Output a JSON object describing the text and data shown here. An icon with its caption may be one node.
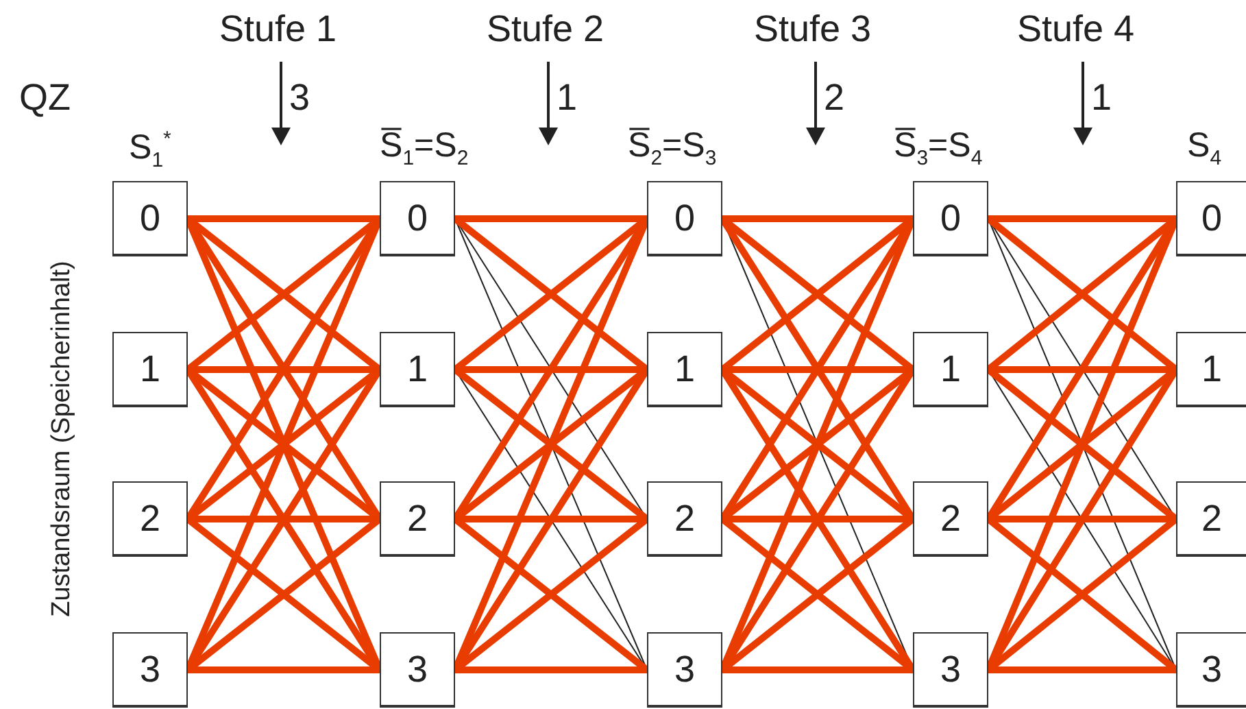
{
  "diagram": {
    "nodes": [
      {
        "text": [
          "0"
        ]
      },
      {
        "text": [
          "0"
        ]
      },
      {
        "text": [
          "0"
        ]
      },
      {
        "text": [
          "0"
        ]
      },
      {
        "text": [
          "0"
        ]
      },
      {
        "text": [
          "1"
        ]
      },
      {
        "text": [
          "1"
        ]
      },
      {
        "text": [
          "1"
        ]
      },
      {
        "text": [
          "1"
        ]
      },
      {
        "text": [
          "1"
        ]
      },
      {
        "text": [
          "2"
        ]
      },
      {
        "text": [
          "2"
        ]
      },
      {
        "text": [
          "2"
        ]
      },
      {
        "text": [
          "2"
        ]
      },
      {
        "text": [
          "2"
        ]
      },
      {
        "text": [
          "3"
        ]
      },
      {
        "text": [
          "3"
        ]
      },
      {
        "text": [
          "3"
        ]
      },
      {
        "text": [
          "3"
        ]
      },
      {
        "text": [
          "3"
        ]
      }
    ],
    "edges": [
      {
        "from": 0,
        "to": 1,
        "arrow": "none"
      },
      {
        "from": 0,
        "to": 6,
        "arrow": "none"
      },
      {
        "from": 0,
        "to": 11,
        "arrow": "none"
      },
      {
        "from": 0,
        "to": 16,
        "arrow": "none"
      },
      {
        "from": 5,
        "to": 1,
        "arrow": "none"
      },
      {
        "from": 5,
        "to": 6,
        "arrow": "none"
      },
      {
        "from": 5,
        "to": 11,
        "arrow": "none"
      },
      {
        "from": 5,
        "to": 16,
        "arrow": "none"
      },
      {
        "from": 10,
        "to": 1,
        "arrow": "none"
      },
      {
        "from": 10,
        "to": 6,
        "arrow": "none"
      },
      {
        "from": 10,
        "to": 11,
        "arrow": "none"
      },
      {
        "from": 10,
        "to": 16,
        "arrow": "none"
      },
      {
        "from": 15,
        "to": 1,
        "arrow": "none"
      },
      {
        "from": 15,
        "to": 6,
        "arrow": "none"
      },
      {
        "from": 15,
        "to": 11,
        "arrow": "none"
      },
      {
        "from": 15,
        "to": 16,
        "arrow": "none"
      },
      {
        "from": 1,
        "to": 2,
        "arrow": "none"
      },
      {
        "from": 1,
        "to": 7,
        "arrow": "none"
      },
      {
        "from": 1,
        "to": 12,
        "arrow": "none",
        "color": "#222222"
      },
      {
        "from": 1,
        "to": 17,
        "arrow": "none",
        "color": "#222222"
      },
      {
        "from": 6,
        "to": 2,
        "arrow": "none"
      },
      {
        "from": 6,
        "to": 7,
        "arrow": "none"
      },
      {
        "from": 6,
        "to": 12,
        "arrow": "none"
      },
      {
        "from": 6,
        "to": 17,
        "arrow": "none",
        "color": "#222222"
      },
      {
        "from": 11,
        "to": 2,
        "arrow": "none"
      },
      {
        "from": 11,
        "to": 7,
        "arrow": "none"
      },
      {
        "from": 11,
        "to": 12,
        "arrow": "none"
      },
      {
        "from": 11,
        "to": 17,
        "arrow": "none"
      },
      {
        "from": 16,
        "to": 2,
        "arrow": "none"
      },
      {
        "from": 16,
        "to": 7,
        "arrow": "none"
      },
      {
        "from": 16,
        "to": 12,
        "arrow": "none"
      },
      {
        "from": 16,
        "to": 17,
        "arrow": "none"
      },
      {
        "from": 2,
        "to": 3,
        "arrow": "none"
      },
      {
        "from": 2,
        "to": 8,
        "arrow": "none"
      },
      {
        "from": 2,
        "to": 13,
        "arrow": "none"
      },
      {
        "from": 2,
        "to": 18,
        "arrow": "none",
        "color": "#222222"
      },
      {
        "from": 7,
        "to": 3,
        "arrow": "none"
      },
      {
        "from": 7,
        "to": 8,
        "arrow": "none"
      },
      {
        "from": 7,
        "to": 13,
        "arrow": "none"
      },
      {
        "from": 7,
        "to": 18,
        "arrow": "none"
      },
      {
        "from": 12,
        "to": 3,
        "arrow": "none"
      },
      {
        "from": 12,
        "to": 8,
        "arrow": "none"
      },
      {
        "from": 12,
        "to": 13,
        "arrow": "none"
      },
      {
        "from": 12,
        "to": 18,
        "arrow": "none"
      },
      {
        "from": 17,
        "to": 3,
        "arrow": "none"
      },
      {
        "from": 17,
        "to": 8,
        "arrow": "none"
      },
      {
        "from": 17,
        "to": 13,
        "arrow": "none"
      },
      {
        "from": 17,
        "to": 18,
        "arrow": "none"
      },
      {
        "from": 3,
        "to": 4,
        "arrow": "none"
      },
      {
        "from": 3,
        "to": 9,
        "arrow": "none"
      },
      {
        "from": 3,
        "to": 14,
        "arrow": "none",
        "color": "#222222"
      },
      {
        "from": 3,
        "to": 19,
        "arrow": "none",
        "color": "#222222"
      },
      {
        "from": 8,
        "to": 4,
        "arrow": "none"
      },
      {
        "from": 8,
        "to": 9,
        "arrow": "none"
      },
      {
        "from": 8,
        "to": 14,
        "arrow": "none"
      },
      {
        "from": 8,
        "to": 19,
        "arrow": "none",
        "color": "#222222"
      },
      {
        "from": 13,
        "to": 4,
        "arrow": "none"
      },
      {
        "from": 13,
        "to": 9,
        "arrow": "none"
      },
      {
        "from": 13,
        "to": 14,
        "arrow": "none"
      },
      {
        "from": 13,
        "to": 19,
        "arrow": "none"
      },
      {
        "from": 18,
        "to": 4,
        "arrow": "none"
      },
      {
        "from": 18,
        "to": 9,
        "arrow": "none"
      },
      {
        "from": 18,
        "to": 14,
        "arrow": "none"
      },
      {
        "from": 18,
        "to": 19,
        "arrow": "none"
      }
    ],
    "labels": [
      "Stufe 1",
      "Stufe 2",
      "Stufe 3",
      "Stufe 4",
      "QZ",
      "3",
      "1",
      "2",
      "1",
      "S$_{1}$$^{*}$",
      "S̅$_{1}$=S$_{2}$",
      "S̅$_{2}$=S$_{3}$",
      "S̅$_{3}$=S$_{4}$",
      "S$_{4}$",
      "Zustandsraum (Speicherinhalt)"
    ]
  }
}
